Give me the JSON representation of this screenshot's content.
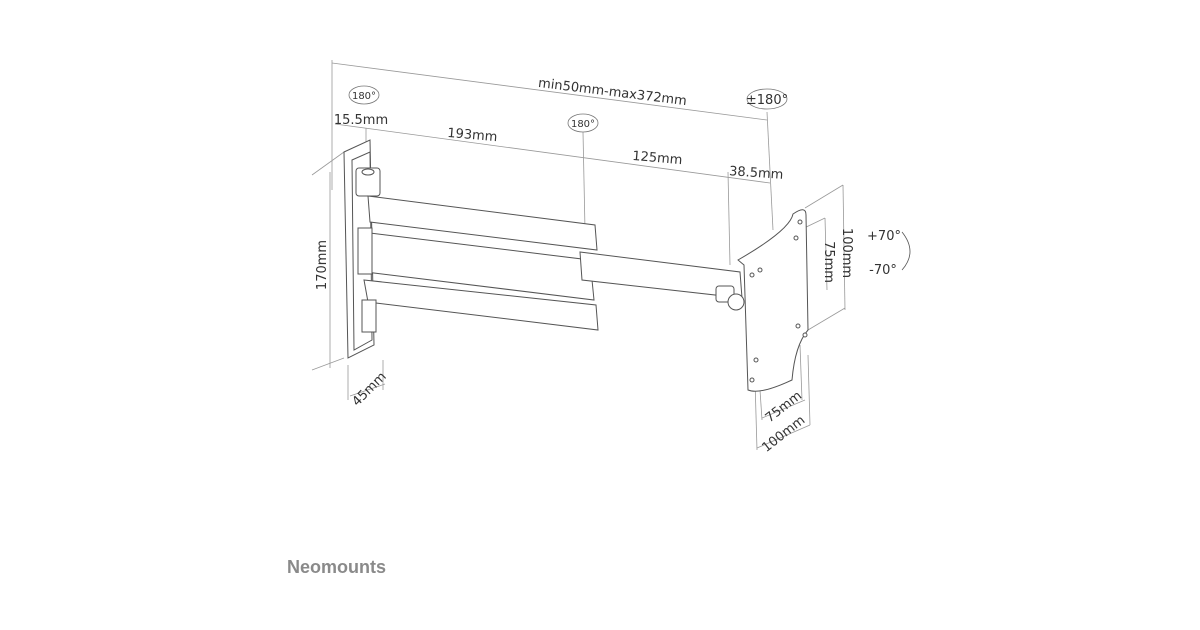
{
  "diagram": {
    "dimensions": {
      "total_extension": "min50mm-max372mm",
      "wall_offset": "15.5mm",
      "arm1": "193mm",
      "arm2": "125mm",
      "head_offset": "38.5mm",
      "plate_height": "170mm",
      "plate_width": "45mm",
      "vesa_outer_v": "100mm",
      "vesa_inner_v": "75mm",
      "vesa_inner_h": "75mm",
      "vesa_outer_h": "100mm"
    },
    "rotations": {
      "wall_pivot": "180°",
      "mid_pivot": "180°",
      "head_rotate": "±180°",
      "tilt_up": "+70°",
      "tilt_down": "-70°"
    }
  },
  "brand": "Neomounts"
}
